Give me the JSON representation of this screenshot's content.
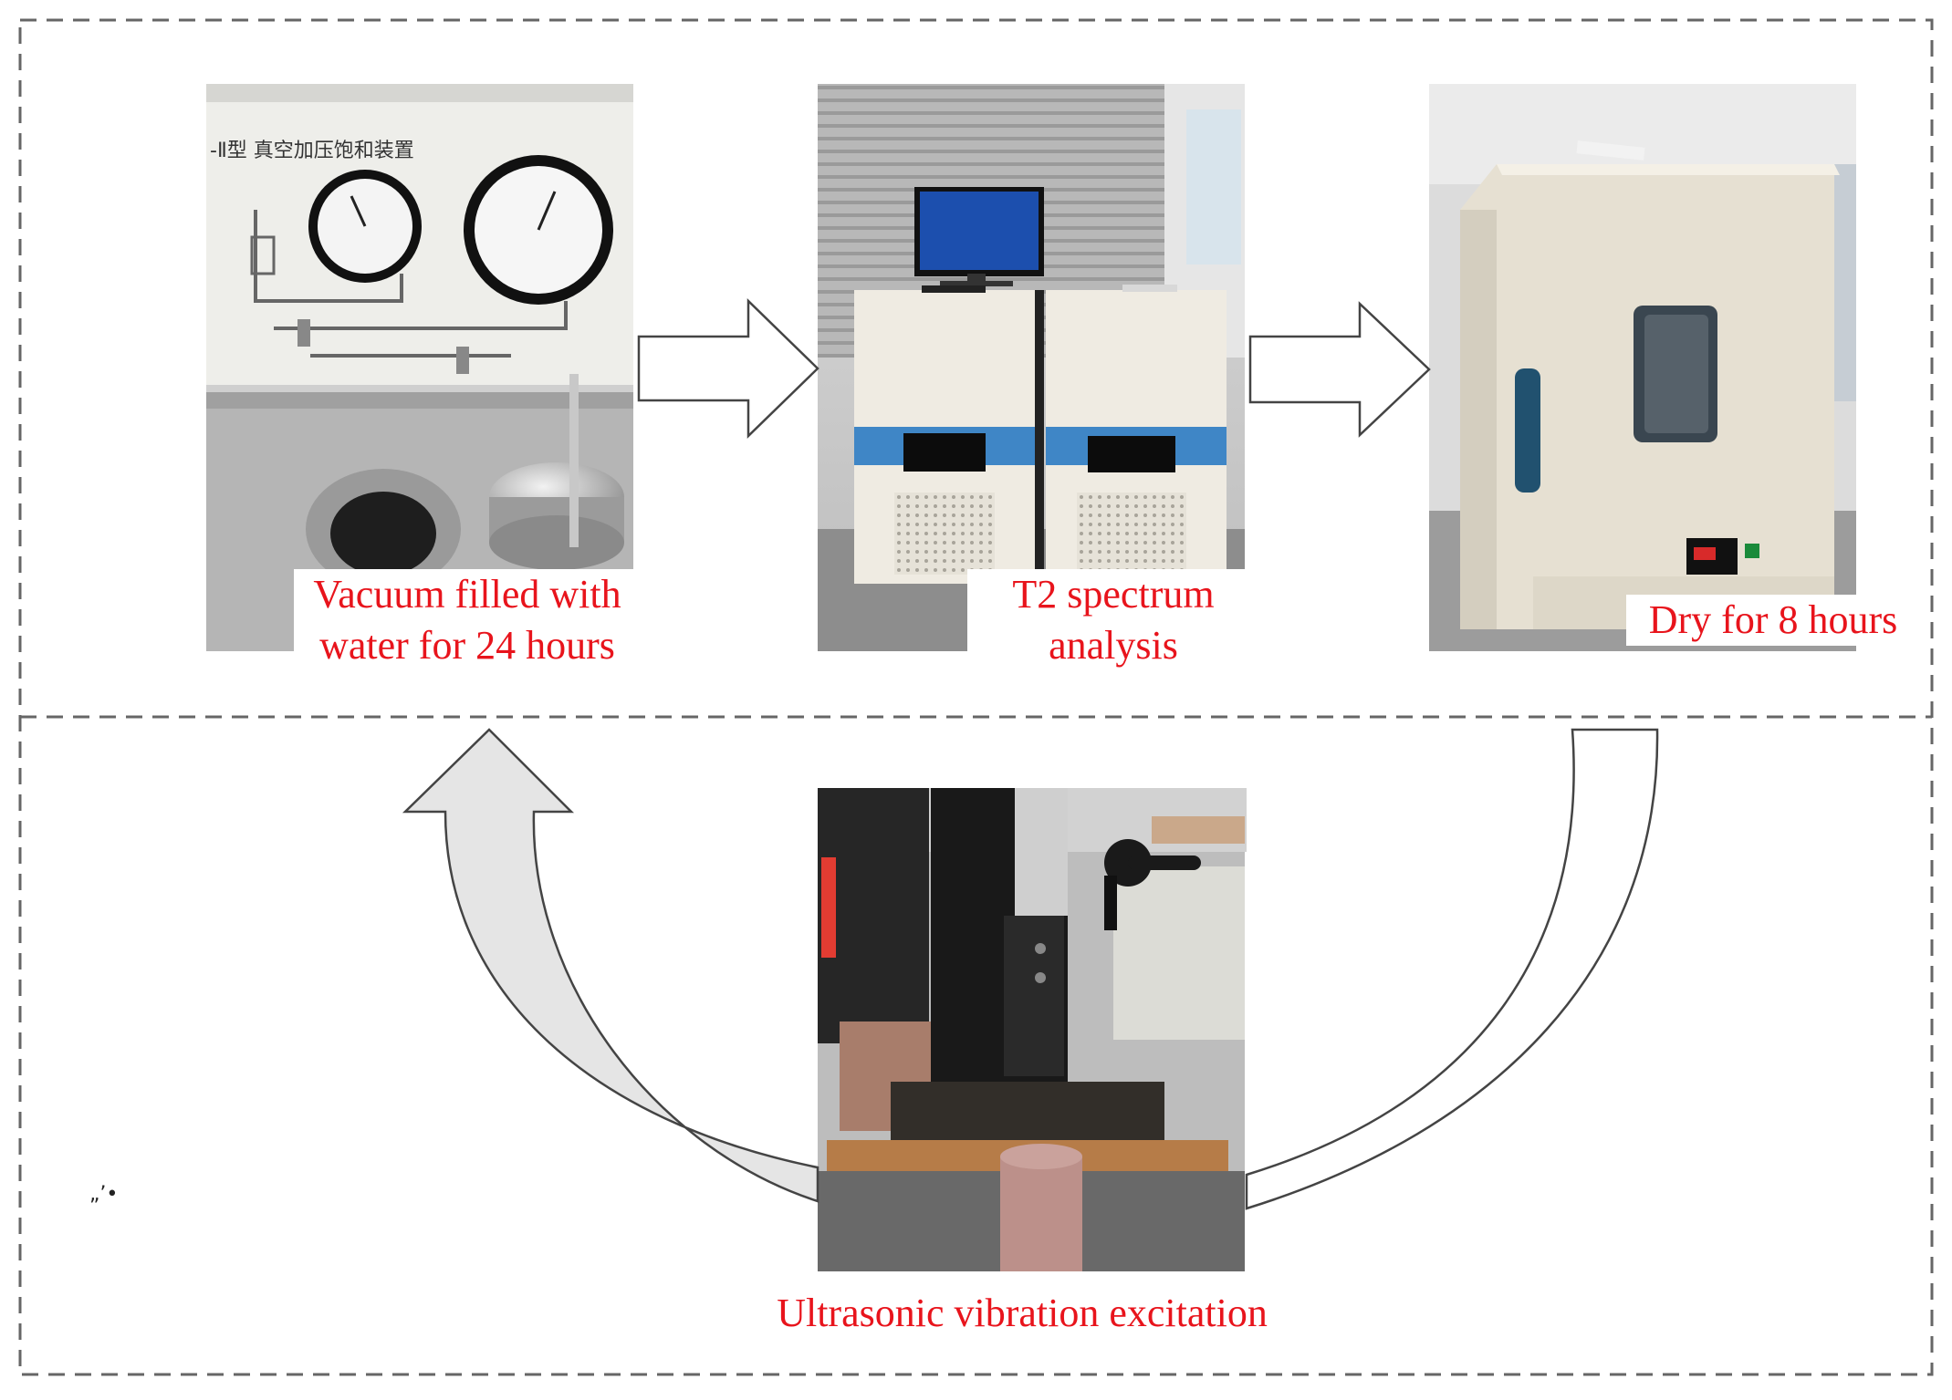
{
  "colors": {
    "label_text": "#e8141c",
    "frame_dash": "#666666",
    "arrow_outline": "#444444",
    "return_arrow_fill": "#e5e5e5"
  },
  "steps": [
    {
      "id": "saturation",
      "label_lines": [
        "Vacuum filled with",
        "water for 24 hours"
      ],
      "photo_text": "-Ⅱ型 真空加压饱和装置"
    },
    {
      "id": "nmr",
      "label_lines": [
        "T2 spectrum",
        "analysis"
      ]
    },
    {
      "id": "drying",
      "label_lines": [
        "Dry for 8 hours"
      ]
    },
    {
      "id": "ultrasonic",
      "label_lines": [
        "Ultrasonic vibration excitation"
      ]
    }
  ],
  "stray_mark": "„’•"
}
